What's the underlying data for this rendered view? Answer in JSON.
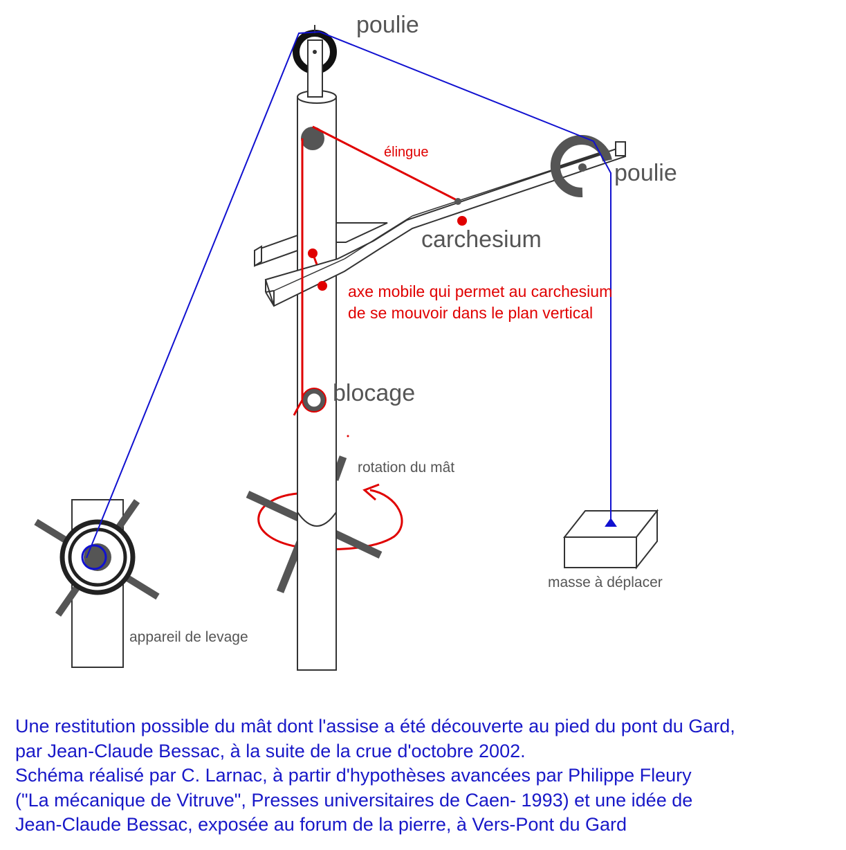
{
  "labels": {
    "pulley_top": "poulie",
    "pulley_right": "poulie",
    "sling": "élingue",
    "carchesium": "carchesium",
    "axis_line1": "axe mobile qui permet au carchesium",
    "axis_line2": "de se mouvoir dans le plan vertical",
    "blocking": "blocage",
    "mast_rotation": "rotation du mât",
    "mass": "masse à déplacer",
    "lifting_device": "appareil de levage"
  },
  "caption": [
    "Une restitution possible du mât dont l'assise a été découverte au pied du pont du Gard,",
    "par Jean-Claude Bessac, à la suite de la crue d'octobre 2002.",
    "Schéma réalisé par C. Larnac, à partir d'hypothèses avancées par Philippe Fleury",
    "(\"La mécanique de Vitruve\", Presses universitaires de Caen- 1993) et une idée de",
    "Jean-Claude Bessac, exposée au forum de la pierre, à Vers-Pont du Gard"
  ],
  "colors": {
    "rope": "#1010d0",
    "sling": "#e00000",
    "structure": "#555555",
    "caption": "#1818c8"
  }
}
